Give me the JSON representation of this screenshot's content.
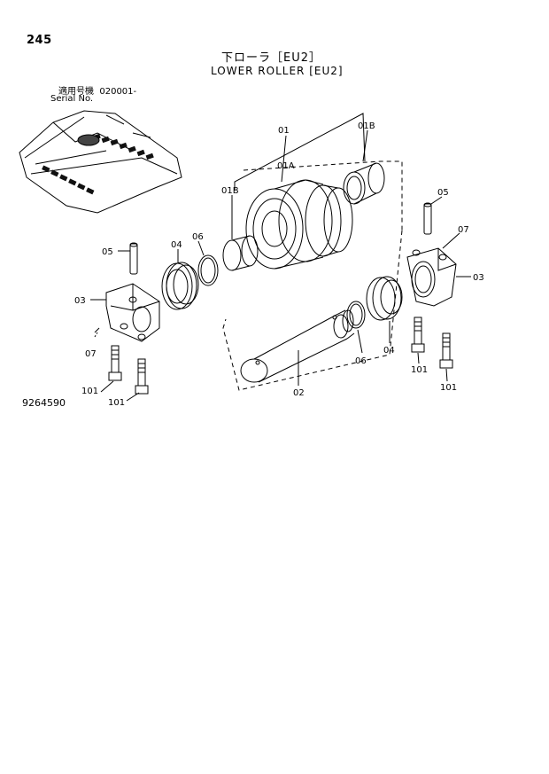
{
  "page_number": "245",
  "title_jp": "下ローラ［EU2］",
  "title_en": "LOWER ROLLER [EU2]",
  "serial": {
    "jp_label": "適用号機",
    "value": "020001-",
    "en_label": "Serial No."
  },
  "drawing_number": "9264590",
  "callouts": {
    "c01": "01",
    "c01A": "01A",
    "c01B_top": "01B",
    "c01B_left": "01B",
    "c02": "02",
    "c03_left": "03",
    "c03_right": "03",
    "c04_left": "04",
    "c04_right": "04",
    "c05_left": "05",
    "c05_right": "05",
    "c06_left": "06",
    "c06_right": "06",
    "c07_left": "07",
    "c07_right": "07",
    "c101_a": "101",
    "c101_b": "101",
    "c101_c": "101",
    "c101_d": "101"
  }
}
